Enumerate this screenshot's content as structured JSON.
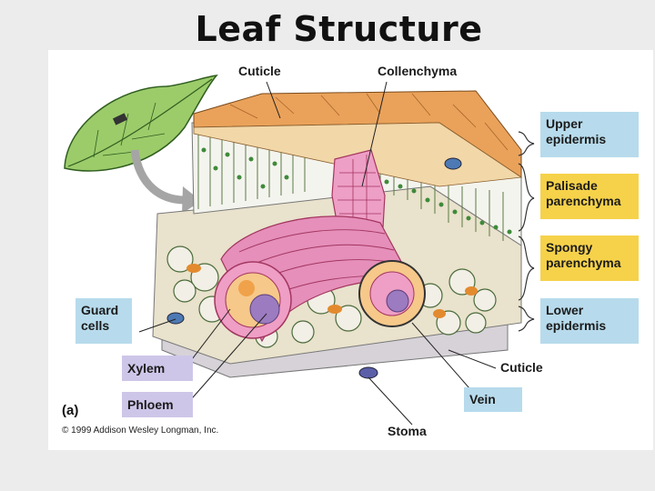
{
  "title": "Leaf Structure",
  "labels": {
    "cuticle_top": "Cuticle",
    "collenchyma": "Collenchyma",
    "upper_epidermis": "Upper epidermis",
    "palisade": "Palisade parenchyma",
    "spongy": "Spongy parenchyma",
    "lower_epidermis": "Lower epidermis",
    "guard_cells": "Guard cells",
    "xylem": "Xylem",
    "phloem": "Phloem",
    "cuticle_bottom": "Cuticle",
    "vein": "Vein",
    "stoma": "Stoma",
    "panel_tag": "(a)",
    "copyright": "© 1999 Addison Wesley Longman, Inc."
  },
  "colors": {
    "upper_blue": "#b7dbec",
    "layer_yellow": "#f6d24a",
    "cell_purple": "#cec6e8"
  }
}
